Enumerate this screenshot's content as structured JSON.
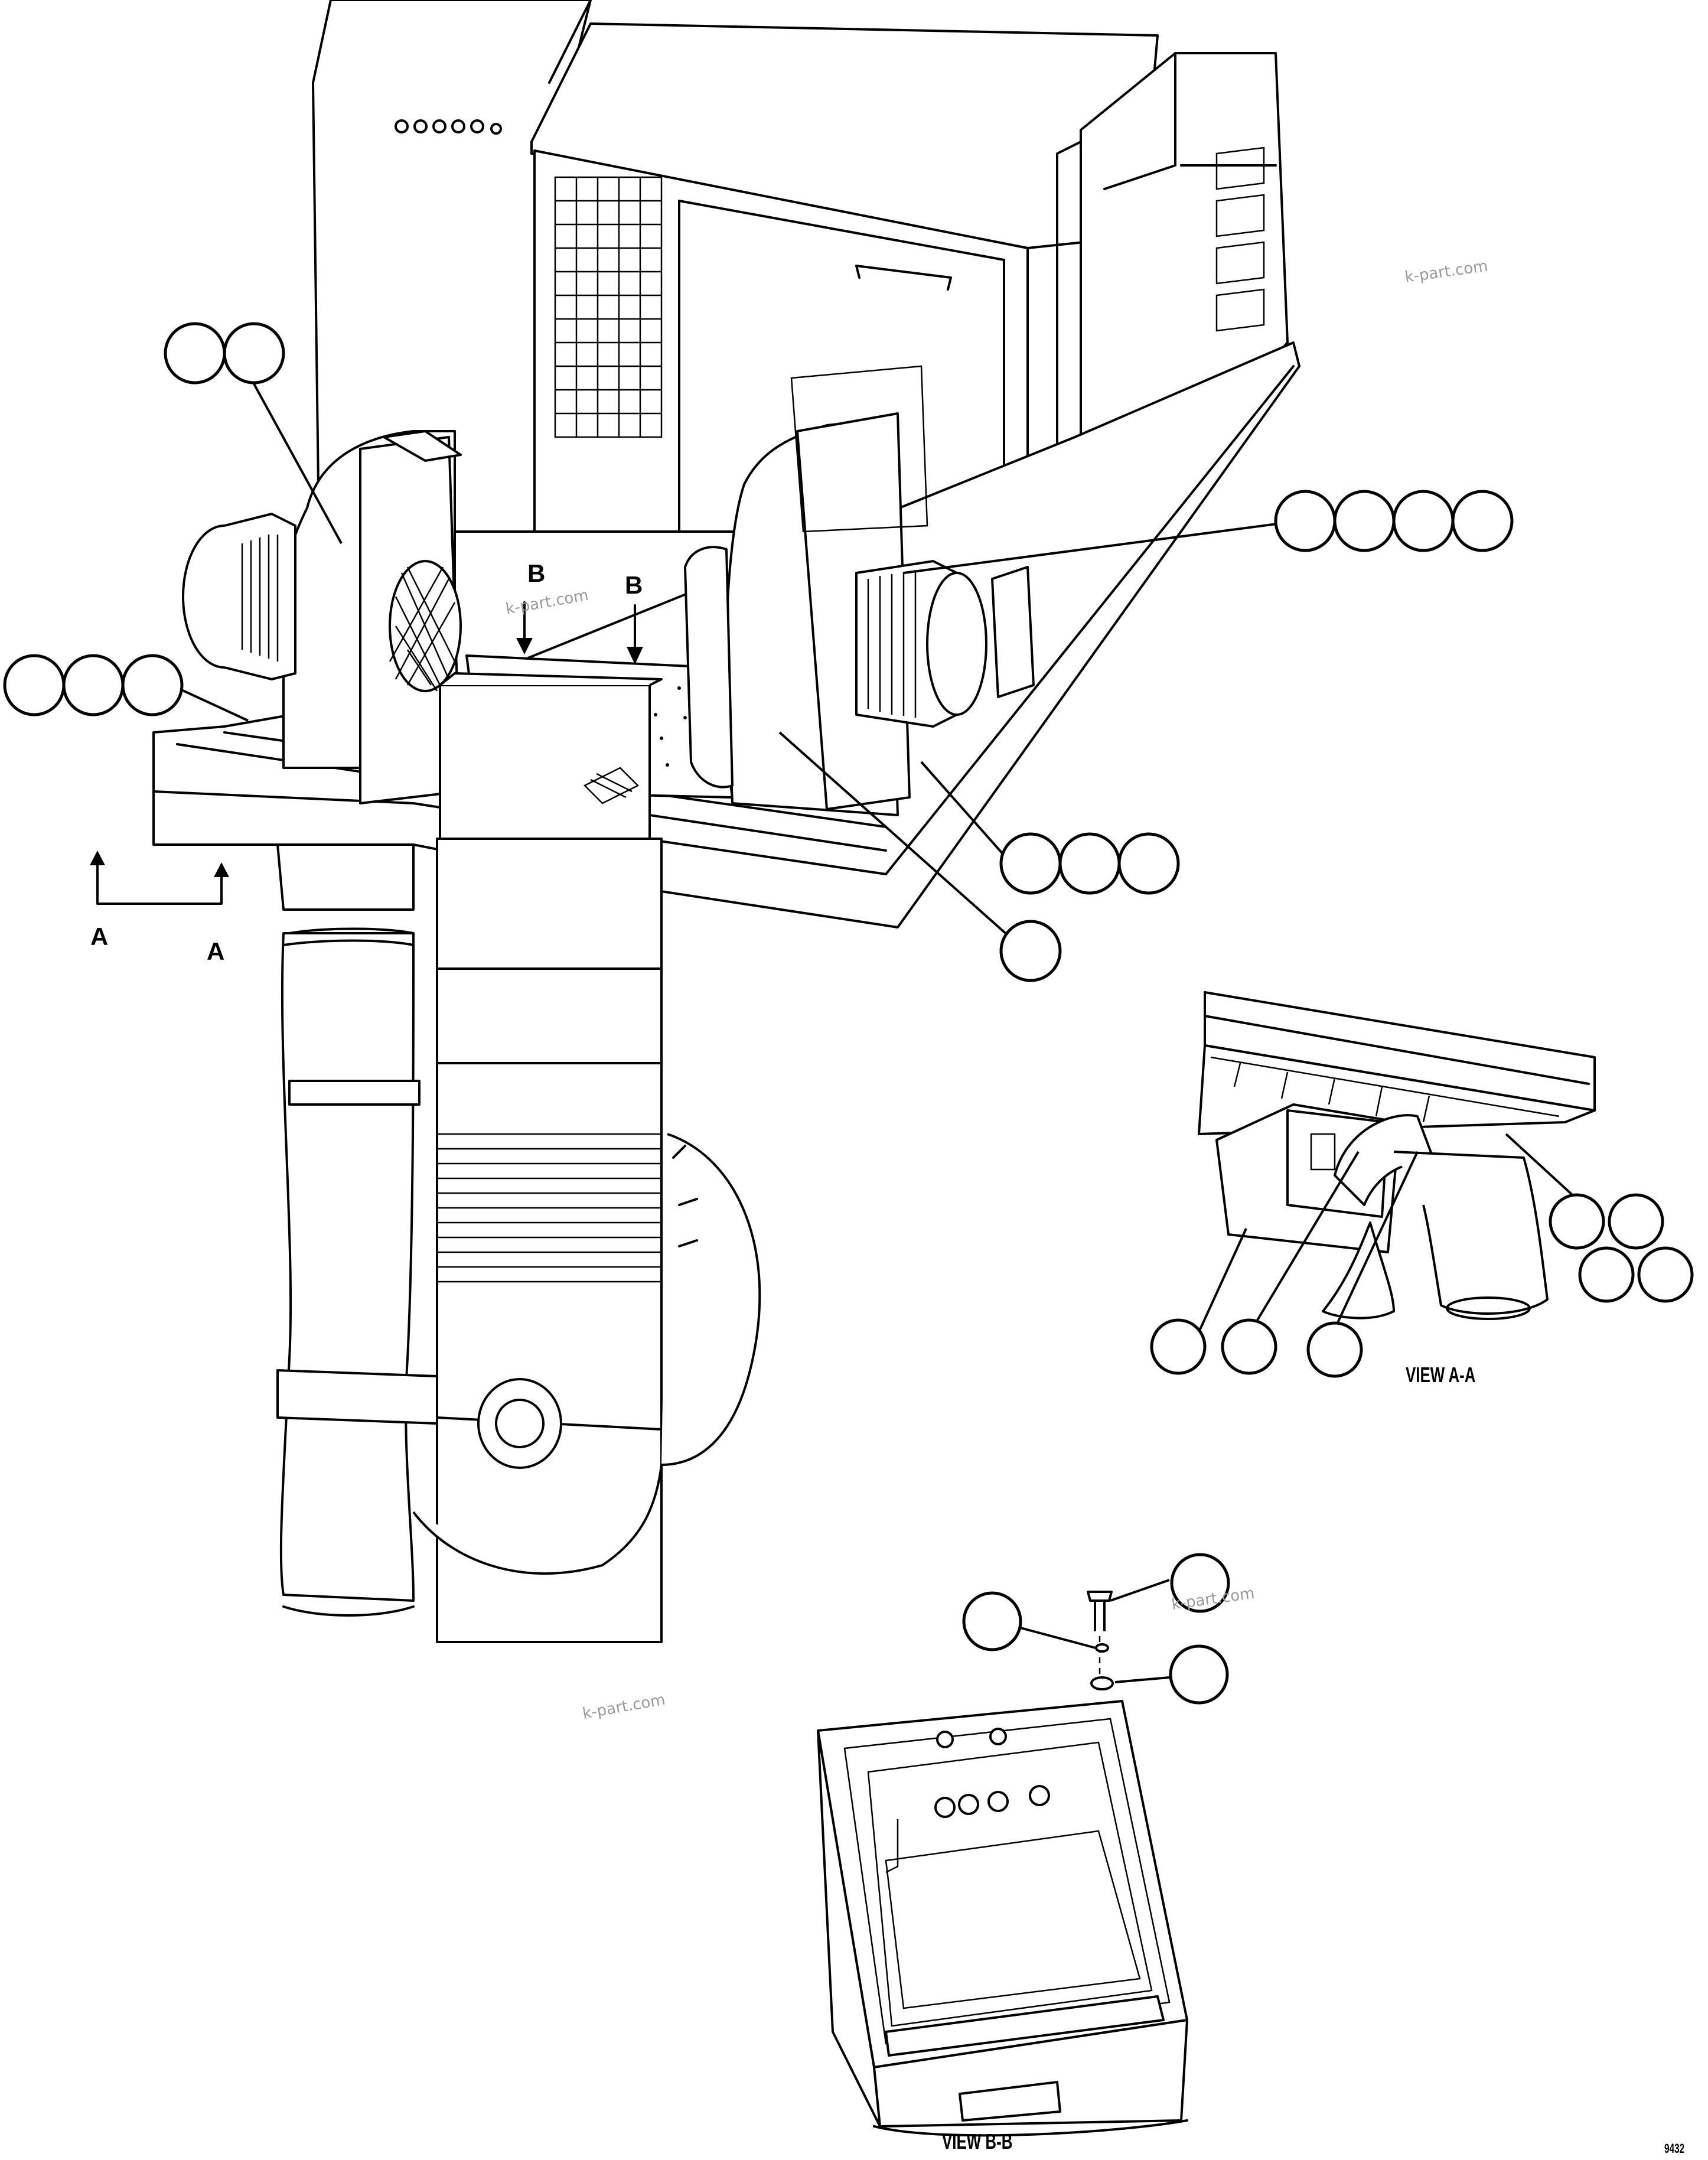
{
  "section_labels": {
    "a_left": "A",
    "a_right": "A",
    "b_left": "B",
    "b_right": "B"
  },
  "views": {
    "view_a": "VIEW A-A",
    "view_b": "VIEW B-B"
  },
  "figure_number": "9432",
  "watermarks": [
    "k-part.com",
    "k-part.com",
    "k-part.com",
    "k-part.com"
  ]
}
